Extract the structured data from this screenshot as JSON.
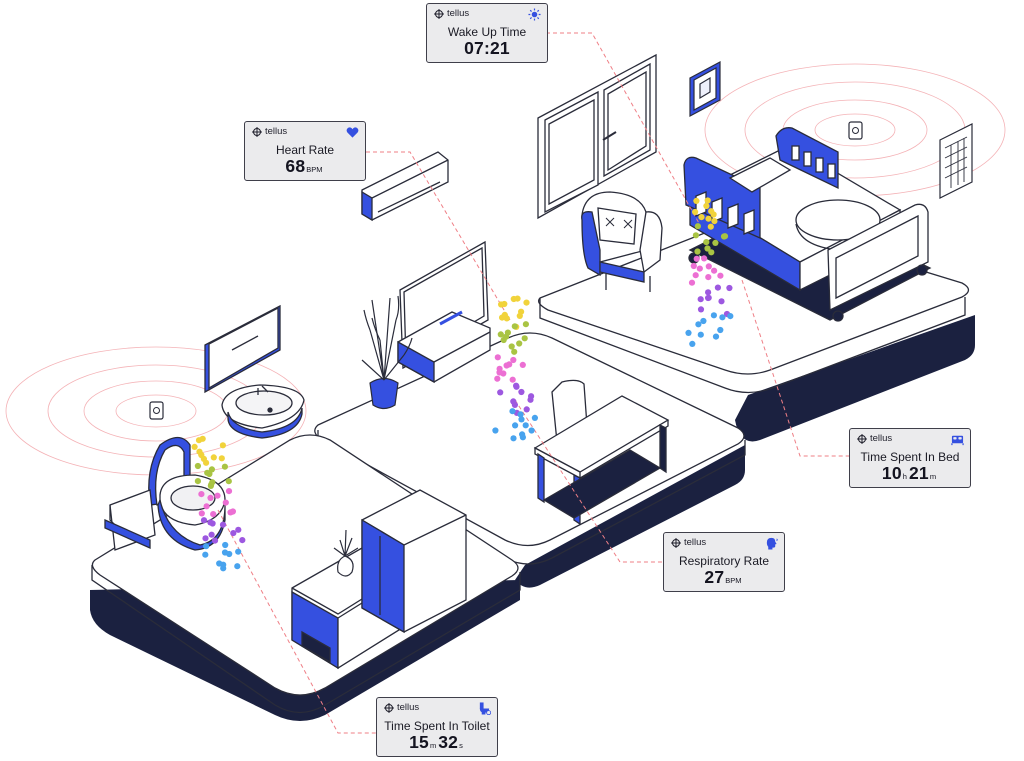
{
  "brand": "tellus",
  "colors": {
    "accent_blue": "#3550e0",
    "navy": "#1b2140",
    "outline": "#2a2c3a",
    "connector": "#ef7f86",
    "card_bg": "#ebebed",
    "dot_colors": [
      "#f1d33b",
      "#a9c443",
      "#ec6fd3",
      "#9d58e0",
      "#48a3ee"
    ]
  },
  "cards": {
    "wake_up": {
      "title": "Wake Up Time",
      "value": "07:21",
      "icon": "sun-icon"
    },
    "heart_rate": {
      "title": "Heart Rate",
      "value": "68",
      "unit": "BPM",
      "icon": "heart-icon"
    },
    "bed_time": {
      "title": "Time Spent In Bed",
      "hours": "10",
      "hours_unit": "h",
      "minutes": "21",
      "minutes_unit": "m",
      "icon": "bed-icon"
    },
    "respiratory": {
      "title": "Respiratory Rate",
      "value": "27",
      "unit": "BPM",
      "icon": "breath-head-icon"
    },
    "toilet": {
      "title": "Time Spent In Toilet",
      "minutes": "15",
      "minutes_unit": "m",
      "seconds": "32",
      "seconds_unit": "s",
      "icon": "toilet-icon"
    }
  }
}
